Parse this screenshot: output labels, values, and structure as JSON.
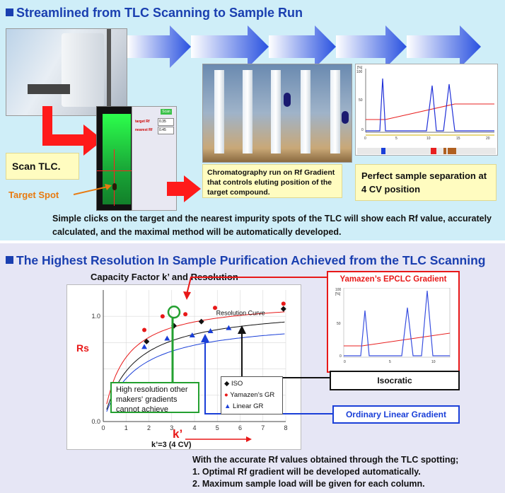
{
  "top": {
    "title": "Streamlined from TLC Scanning to Sample Run",
    "scan_label": "Scan TLC.",
    "target_spot": "Target Spot",
    "tlc_ui": {
      "button": "Scan",
      "target_rf_label": "target Rf",
      "target_rf_value": "0.35",
      "nearest_rf_label": "nearest Rf",
      "nearest_rf_value": "0.45"
    },
    "chromatography_caption": "Chromatography run on Rf Gradient that controls eluting position of the target compound.",
    "separation_caption": "Perfect sample separation at 4 CV position",
    "description": "Simple clicks on the target and the nearest impurity spots of the TLC will show each Rf value, accurately calculated, and the maximal method will be automatically developed.",
    "mini_chart": {
      "y_ticks": [
        "100",
        "50",
        "0"
      ],
      "y_unit": "[%]",
      "x_ticks": [
        "0",
        "5",
        "10",
        "15",
        "20"
      ]
    }
  },
  "bottom": {
    "title": "The Highest Resolution In Sample Purification Achieved from the TLC Scanning",
    "chart_title": "Capacity Factor k’ and Resolution",
    "epclc_title": "Yamazen’s EPCLC Gradient",
    "epclc_chart": {
      "y_ticks": [
        "100",
        "50",
        "0"
      ],
      "y_unit": "[%]",
      "x_ticks": [
        "0",
        "5",
        "10"
      ]
    },
    "callout_green": "High resolution other makers' gradients cannot achieve",
    "isocratic": "Isocratic",
    "ordinary_linear": "Ordinary Linear Gradient",
    "k_note": "k’=3 (4 CV)",
    "footer": [
      "With the accurate Rf values obtained through the TLC spotting;",
      "1. Optimal Rf gradient will be developed automatically.",
      "2. Maximum sample load will be given for each column."
    ]
  },
  "chart_data": {
    "type": "scatter",
    "title": "Capacity Factor k’ and Resolution",
    "xlabel": "k’",
    "ylabel": "Rs",
    "xlim": [
      0,
      8
    ],
    "ylim": [
      0,
      1.25
    ],
    "x_ticks": [
      "0",
      "1",
      "2",
      "3",
      "4",
      "5",
      "6",
      "7",
      "8"
    ],
    "y_ticks": [
      "0.0",
      "1.0"
    ],
    "curve_label": "Resolution Curve",
    "series": [
      {
        "name": "Yamazen’s GR",
        "color": "#e81818",
        "marker": "circle",
        "points": [
          [
            1.8,
            0.87
          ],
          [
            2.6,
            1.0
          ],
          [
            3.6,
            1.02
          ],
          [
            4.9,
            1.08
          ],
          [
            7.9,
            1.12
          ]
        ]
      },
      {
        "name": "ISO",
        "color": "#111111",
        "marker": "diamond",
        "points": [
          [
            1.9,
            0.76
          ],
          [
            3.1,
            0.91
          ],
          [
            4.3,
            0.95
          ],
          [
            7.9,
            1.07
          ]
        ]
      },
      {
        "name": "Linear GR",
        "color": "#1a3fd8",
        "marker": "triangle",
        "points": [
          [
            1.8,
            0.71
          ],
          [
            2.8,
            0.79
          ],
          [
            3.9,
            0.82
          ],
          [
            4.7,
            0.86
          ],
          [
            5.5,
            0.89
          ]
        ]
      }
    ]
  }
}
